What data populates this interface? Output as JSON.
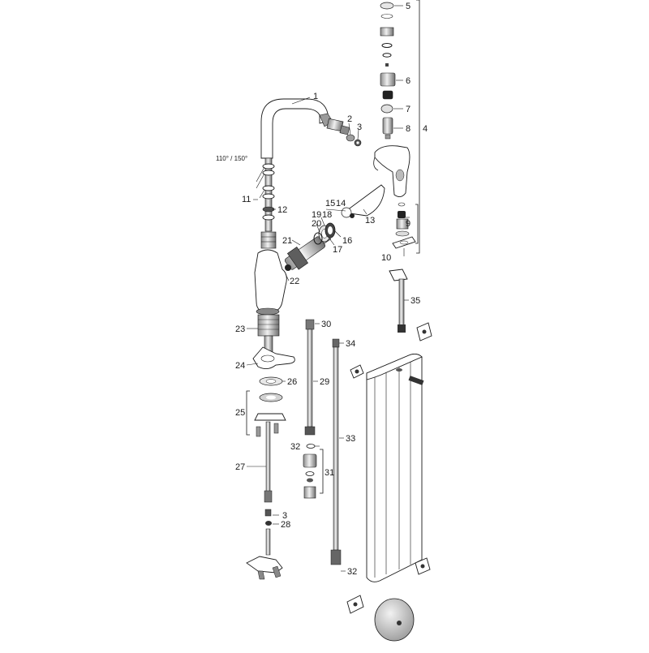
{
  "labels": {
    "l1": "1",
    "l2": "2",
    "l3a": "3",
    "l3b": "3",
    "l4": "4",
    "l5": "5",
    "l6": "6",
    "l7": "7",
    "l8": "8",
    "l9": "9",
    "l10": "10",
    "l11": "11",
    "l12": "12",
    "l13": "13",
    "l14": "14",
    "l15": "15",
    "l16": "16",
    "l17": "17",
    "l18": "18",
    "l19": "19",
    "l20": "20",
    "l21": "21",
    "l22": "22",
    "l23": "23",
    "l24": "24",
    "l25": "25",
    "l26": "26",
    "l27": "27",
    "l28": "28",
    "l29": "29",
    "l30": "30",
    "l31": "31",
    "l32a": "32",
    "l32b": "32",
    "l33": "33",
    "l34": "34",
    "l35": "35",
    "angle": "110° / 150°"
  },
  "colors": {
    "outline": "#1a1a1a",
    "metal_light": "#e6e6e6",
    "metal_mid": "#b8b8b8",
    "metal_dark": "#555555"
  }
}
